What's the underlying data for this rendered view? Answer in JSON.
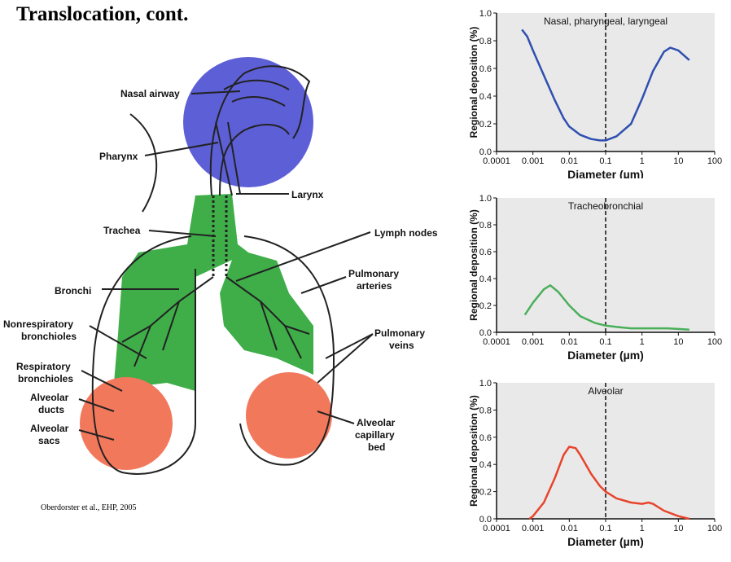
{
  "slide": {
    "title": "Translocation, cont.",
    "citation": "Oberdorster et al., EHP, 2005"
  },
  "diagram": {
    "labels": {
      "nasal_airway": "Nasal airway",
      "pharynx": "Pharynx",
      "larynx": "Larynx",
      "trachea": "Trachea",
      "lymph_nodes": "Lymph nodes",
      "bronchi": "Bronchi",
      "pulmonary_arteries_1": "Pulmonary",
      "pulmonary_arteries_2": "arteries",
      "nonresp_1": "Nonrespiratory",
      "nonresp_2": "bronchioles",
      "pulmonary_veins_1": "Pulmonary",
      "pulmonary_veins_2": "veins",
      "resp_1": "Respiratory",
      "resp_2": "bronchioles",
      "alv_ducts_1": "Alveolar",
      "alv_ducts_2": "ducts",
      "alv_sacs_1": "Alveolar",
      "alv_sacs_2": "sacs",
      "alv_bed_1": "Alveolar",
      "alv_bed_2": "capillary",
      "alv_bed_3": "bed"
    },
    "colors": {
      "nasal_region": "#5d5fd6",
      "tracheobronchial_region": "#3fae49",
      "alveolar_region": "#f2785c"
    }
  },
  "chart_data": [
    {
      "type": "line",
      "title": "Nasal, pharyngeal, laryngeal",
      "xlabel": "Diameter (µm)",
      "ylabel": "Regional deposition (%)",
      "x_scale": "log",
      "xlim": [
        0.0001,
        100
      ],
      "ylim": [
        0,
        1.0
      ],
      "x_ticks": [
        "0.0001",
        "0.001",
        "0.01",
        "0.1",
        "1",
        "10",
        "100"
      ],
      "y_ticks": [
        "0.0",
        "0.2",
        "0.4",
        "0.6",
        "0.8",
        "1.0"
      ],
      "reference_line_x": 0.1,
      "color": "#2f4fb0",
      "series": [
        {
          "x": [
            0.0005,
            0.0007,
            0.001,
            0.002,
            0.004,
            0.007,
            0.01,
            0.02,
            0.04,
            0.07,
            0.1,
            0.2,
            0.5,
            1,
            2,
            4,
            6,
            10,
            20
          ],
          "y": [
            0.88,
            0.83,
            0.73,
            0.55,
            0.37,
            0.24,
            0.18,
            0.12,
            0.09,
            0.08,
            0.08,
            0.11,
            0.2,
            0.38,
            0.58,
            0.72,
            0.75,
            0.73,
            0.66
          ]
        }
      ]
    },
    {
      "type": "line",
      "title": "Tracheobronchial",
      "xlabel": "Diameter (µm)",
      "ylabel": "Regional deposition (%)",
      "x_scale": "log",
      "xlim": [
        0.0001,
        100
      ],
      "ylim": [
        0,
        1.0
      ],
      "x_ticks": [
        "0.0001",
        "0.001",
        "0.01",
        "0.1",
        "1",
        "10",
        "100"
      ],
      "y_ticks": [
        "0.0",
        "0.2",
        "0.4",
        "0.6",
        "0.8",
        "1.0"
      ],
      "reference_line_x": 0.1,
      "color": "#4aaf5a",
      "series": [
        {
          "x": [
            0.0006,
            0.001,
            0.002,
            0.003,
            0.005,
            0.01,
            0.02,
            0.05,
            0.1,
            0.2,
            0.5,
            1,
            2,
            5,
            10,
            20
          ],
          "y": [
            0.13,
            0.22,
            0.32,
            0.35,
            0.3,
            0.2,
            0.12,
            0.07,
            0.05,
            0.04,
            0.03,
            0.03,
            0.03,
            0.03,
            0.025,
            0.02
          ]
        }
      ]
    },
    {
      "type": "line",
      "title": "Alveolar",
      "xlabel": "Diameter (µm)",
      "ylabel": "Regional deposition (%)",
      "x_scale": "log",
      "xlim": [
        0.0001,
        100
      ],
      "ylim": [
        0,
        1.0
      ],
      "x_ticks": [
        "0.0001",
        "0.001",
        "0.01",
        "0.1",
        "1",
        "10",
        "100"
      ],
      "y_ticks": [
        "0.0",
        "0.2",
        "0.4",
        "0.6",
        "0.8",
        "1.0"
      ],
      "reference_line_x": 0.1,
      "color": "#e8442c",
      "series": [
        {
          "x": [
            0.0008,
            0.001,
            0.002,
            0.004,
            0.007,
            0.01,
            0.015,
            0.02,
            0.04,
            0.07,
            0.1,
            0.2,
            0.5,
            1,
            1.5,
            2,
            4,
            10,
            20
          ],
          "y": [
            0.0,
            0.02,
            0.12,
            0.3,
            0.47,
            0.53,
            0.52,
            0.47,
            0.33,
            0.24,
            0.2,
            0.15,
            0.12,
            0.11,
            0.12,
            0.11,
            0.06,
            0.02,
            0.0
          ]
        }
      ]
    }
  ]
}
